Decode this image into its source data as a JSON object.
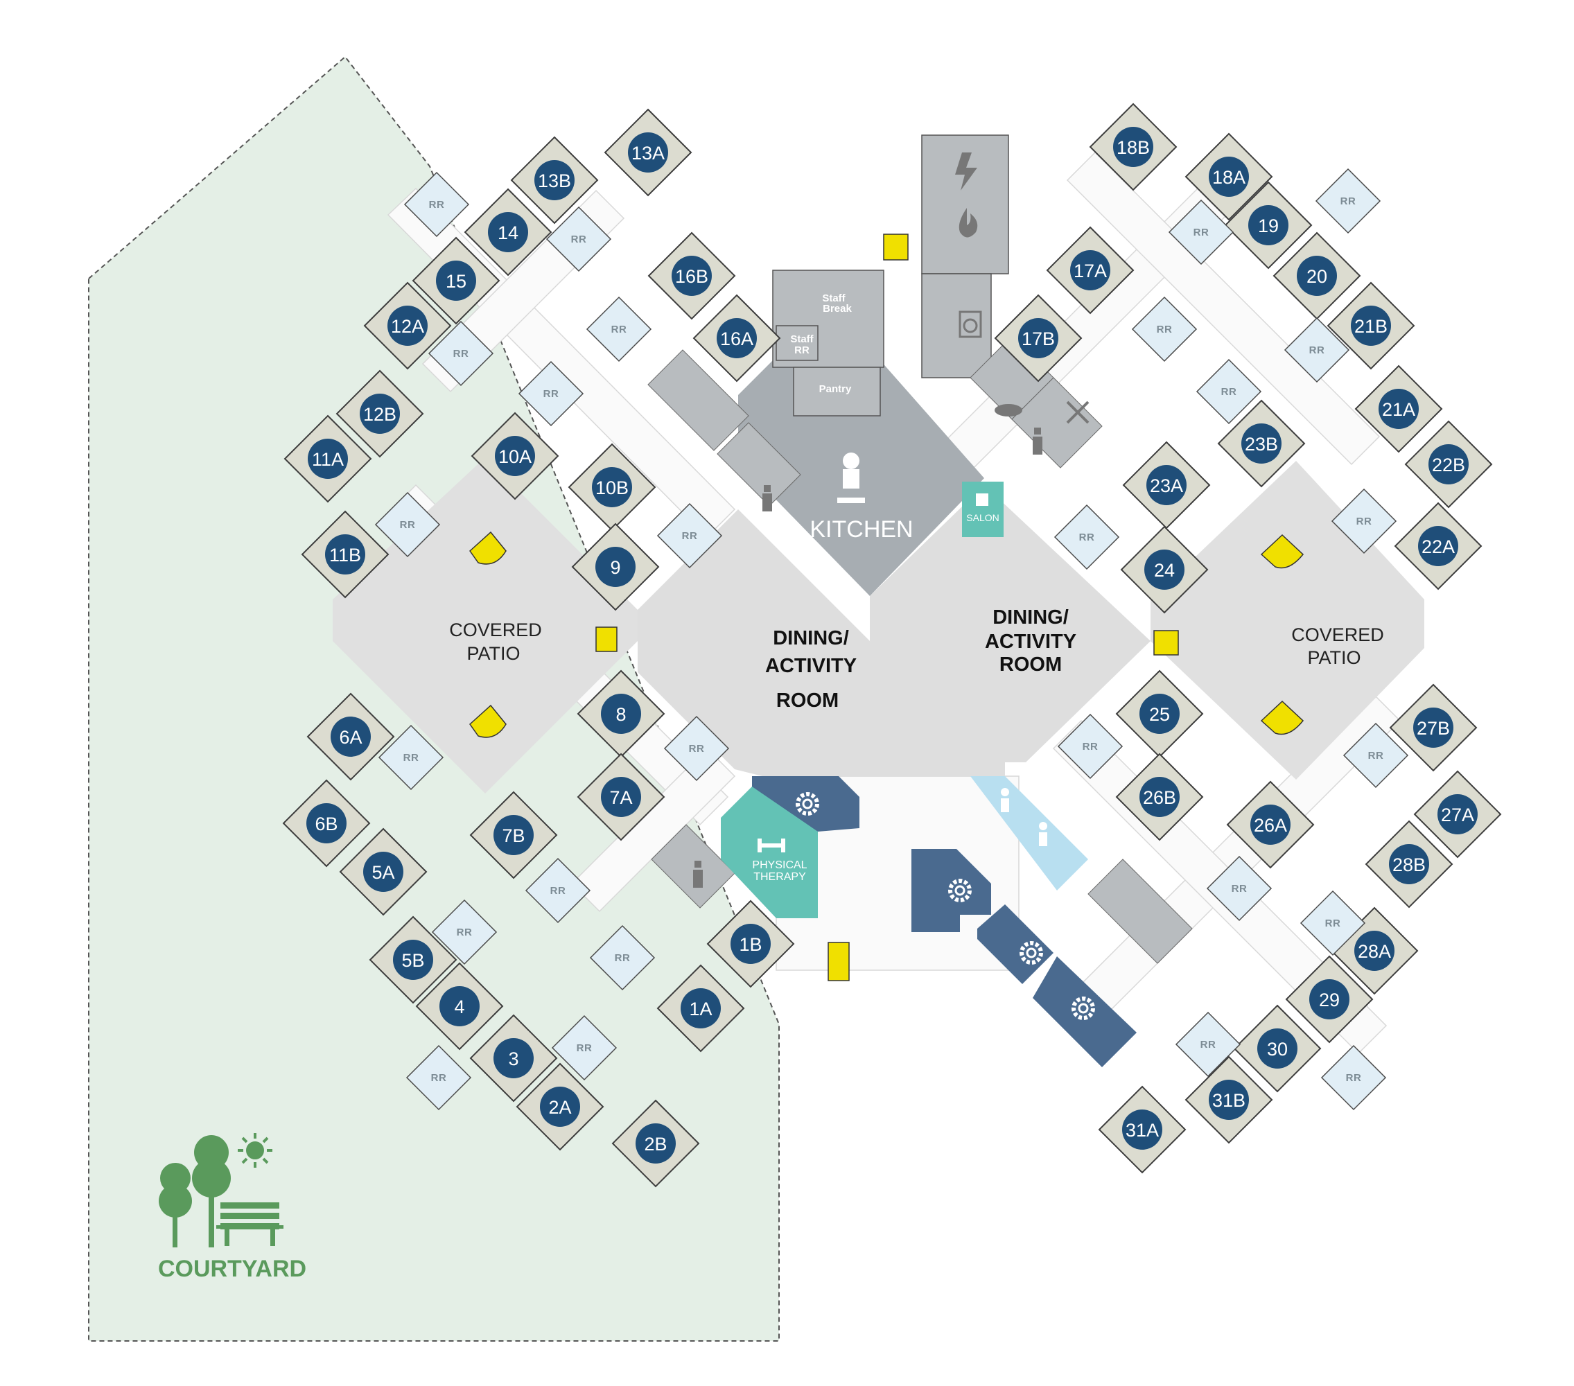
{
  "colors": {
    "courtyard_fill": "#e4efe6",
    "unit": "#dcdcd0",
    "unit_border": "#3d3d3d",
    "restroom": "#e1eef6",
    "hallway": "#fafafa",
    "common_room": "#dedede",
    "service": "#b8bcbf",
    "kitchen": "#a7adb2",
    "room_marker": "#1f4e79",
    "mechanical": "#4a6a8f",
    "therapy": "#63c2b5",
    "door_highlight": "#f0e000",
    "courtyard_green": "#5a9a5c"
  },
  "courtyard": {
    "label": "COURTYARD",
    "icons": [
      "tree-icon",
      "sun-icon",
      "bench-icon"
    ]
  },
  "common_rooms": {
    "dining_left": [
      "DINING/",
      "ACTIVITY",
      "ROOM"
    ],
    "dining_right": [
      "DINING/",
      "ACTIVITY",
      "ROOM"
    ],
    "patio_left": [
      "COVERED",
      "PATIO"
    ],
    "patio_right": [
      "COVERED",
      "PATIO"
    ],
    "kitchen": "KITCHEN",
    "staff_break": [
      "Staff",
      "Break"
    ],
    "staff_rr": [
      "Staff",
      "RR"
    ],
    "pantry": "Pantry",
    "salon": "SALON",
    "physical_therapy": [
      "PHYSICAL",
      "THERAPY"
    ]
  },
  "restroom_label": "RR",
  "rooms": [
    "13A",
    "13B",
    "14",
    "15",
    "12A",
    "12B",
    "11A",
    "11B",
    "10A",
    "10B",
    "9",
    "16B",
    "16A",
    "8",
    "7A",
    "7B",
    "6A",
    "6B",
    "5A",
    "5B",
    "4",
    "3",
    "2A",
    "2B",
    "1A",
    "1B",
    "18B",
    "18A",
    "19",
    "20",
    "17A",
    "17B",
    "21B",
    "21A",
    "22B",
    "22A",
    "23B",
    "23A",
    "24",
    "25",
    "26B",
    "26A",
    "27B",
    "27A",
    "28B",
    "28A",
    "29",
    "30",
    "31B",
    "31A"
  ],
  "service_icons": [
    "electrical-icon",
    "fire-icon",
    "washer-icon",
    "cleaning-spray-icon",
    "hair-dryer-icon",
    "tools-icon",
    "chef-icon",
    "salon-chair-icon",
    "dumbbell-icon",
    "gear-icon",
    "restroom-icon"
  ]
}
